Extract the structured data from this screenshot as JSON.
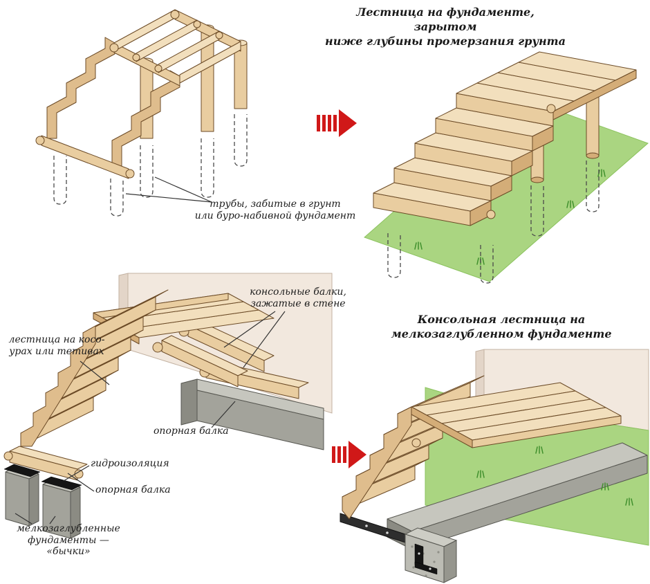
{
  "titles": {
    "buried": {
      "line1": "Лестница на фундаменте, зарытом",
      "line2": "ниже глубины промерзания грунта"
    },
    "cantilever": {
      "line1": "Консольная лестница на",
      "line2": "мелкозаглубленном фундаменте"
    }
  },
  "labels": {
    "pipes": {
      "line1": "трубы, забитые в грунт",
      "line2": "или буро-набивной фундамент"
    },
    "cantilever_beams": {
      "line1": "консольные балки,",
      "line2": "зажатые в стене"
    },
    "stringers": {
      "line1": "лестница на косо-",
      "line2": "урах или тетивах"
    },
    "support_beam_wall": "опорная балка",
    "waterproofing": "гидроизоляция",
    "support_beam_base": "опорная балка",
    "foundations": {
      "line1": "мелкозаглубленные",
      "line2": "фундаменты — «бычки»"
    }
  },
  "colors": {
    "wood_light": "#f2dfbd",
    "wood_mid": "#e9cda0",
    "wood_dark": "#d4ad78",
    "grass": "#aad581",
    "concrete": "#a3a39b",
    "wall": "#f2e8de",
    "arrow_red": "#d01818",
    "background": "#ffffff"
  }
}
